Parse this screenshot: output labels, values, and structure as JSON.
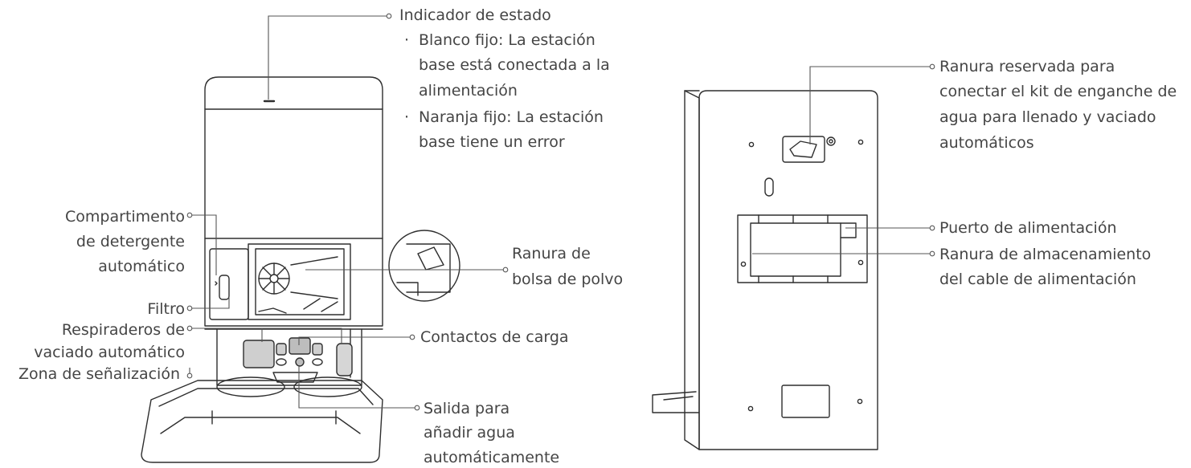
{
  "front_callouts": {
    "status_indicator": {
      "title": "Indicador de estado",
      "white_bullet": "·",
      "white_lines": [
        "Blanco fijo: La estación",
        "base está conectada a la",
        "alimentación"
      ],
      "orange_bullet": "·",
      "orange_lines": [
        "Naranja fijo: La estación",
        "base tiene un error"
      ]
    },
    "detergent_compartment": [
      "Compartimento",
      "de detergente",
      "automático"
    ],
    "dust_bag_slot": [
      "Ranura de",
      "bolsa de polvo"
    ],
    "filter": "Filtro",
    "auto_empty_vents": [
      "Respiraderos de",
      "vaciado automático"
    ],
    "signal_zone": "Zona de señalización",
    "charging_contacts": "Contactos de carga",
    "water_outlet": [
      "Salida para",
      "añadir agua",
      "automáticamente"
    ]
  },
  "back_callouts": {
    "water_kit_slot": [
      "Ranura reservada para",
      "conectar el kit de enganche de",
      "agua para llenado y vaciado",
      "automáticos"
    ],
    "power_port": "Puerto de alimentación",
    "cable_storage_slot": [
      "Ranura de almacenamiento",
      "del cable de alimentación"
    ]
  }
}
